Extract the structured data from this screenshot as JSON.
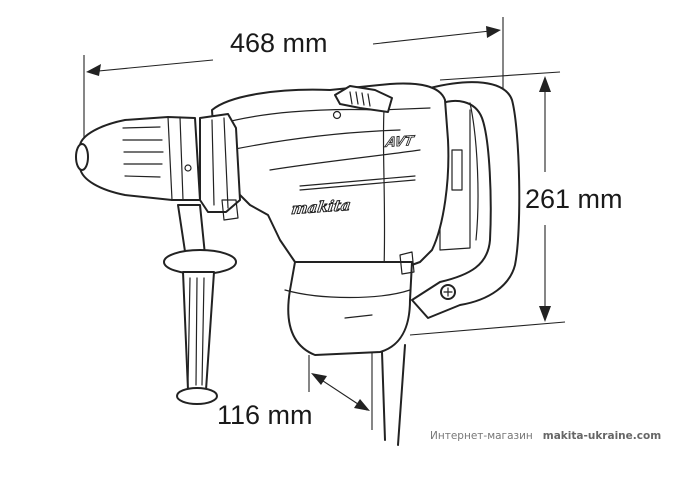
{
  "diagram": {
    "subject": "Rotary hammer drill technical drawing",
    "brand_logo_text": "makita",
    "model_badge_text": "AVT",
    "dimensions": {
      "length": {
        "value": 468,
        "unit": "mm",
        "label": "468 mm"
      },
      "height": {
        "value": 261,
        "unit": "mm",
        "label": "261 mm"
      },
      "grip_offset": {
        "value": 116,
        "unit": "mm",
        "label": "116 mm"
      }
    }
  },
  "footer": {
    "shop_label": "Интернет-магазин",
    "site": "makita-ukraine.com"
  },
  "colors": {
    "line": "#222222",
    "background": "#ffffff",
    "footer_text": "#777777"
  }
}
